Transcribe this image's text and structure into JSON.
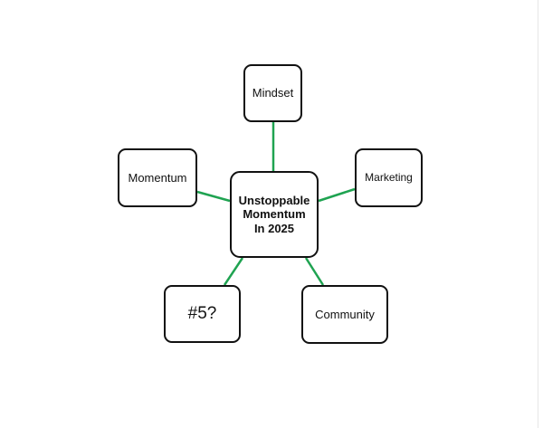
{
  "diagram": {
    "center": {
      "label": "Unstoppable\nMomentum\nIn 2025"
    },
    "nodes": [
      {
        "id": "mindset",
        "label": "Mindset"
      },
      {
        "id": "marketing",
        "label": "Marketing"
      },
      {
        "id": "momentum",
        "label": "Momentum"
      },
      {
        "id": "five",
        "label": "#5?"
      },
      {
        "id": "community",
        "label": "Community"
      }
    ],
    "edges": [
      {
        "from": "center",
        "to": "mindset"
      },
      {
        "from": "center",
        "to": "marketing"
      },
      {
        "from": "center",
        "to": "momentum"
      },
      {
        "from": "center",
        "to": "five"
      },
      {
        "from": "center",
        "to": "community"
      }
    ],
    "colors": {
      "connector": "#1fa351",
      "border": "#111111",
      "background": "#ffffff"
    }
  }
}
